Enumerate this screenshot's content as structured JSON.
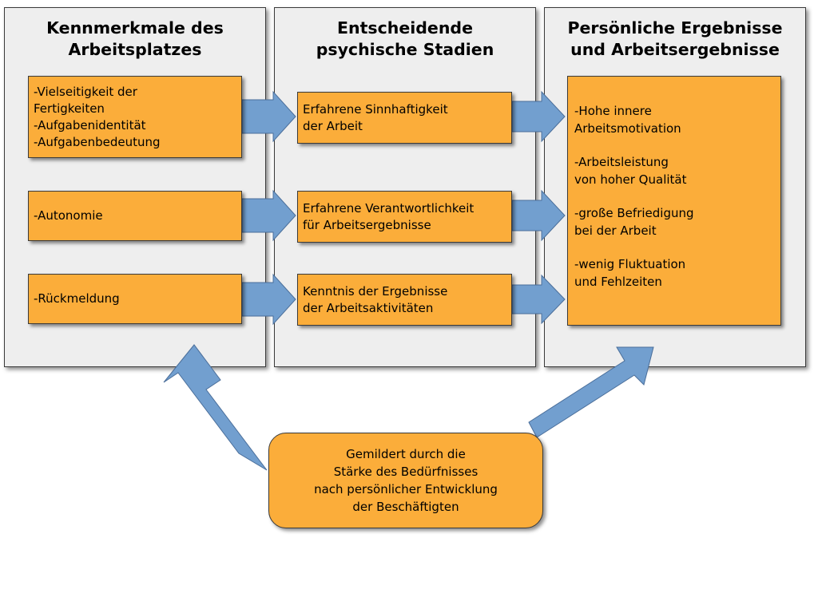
{
  "columns": [
    {
      "title": "Kennmerkmale des\nArbeitsplatzes"
    },
    {
      "title": "Entscheidende\npsychische Stadien"
    },
    {
      "title": "Persönliche Ergebnisse\nund Arbeitsergebnisse"
    }
  ],
  "job_characteristics": [
    "-Vielseitigkeit der\n Fertigkeiten\n-Aufgabenidentität\n-Aufgabenbedeutung",
    "-Autonomie",
    "-Rückmeldung"
  ],
  "psychological_states": [
    "Erfahrene Sinnhaftigkeit\nder Arbeit",
    "Erfahrene Verantwortlichkeit\nfür Arbeitsergebnisse",
    "Kenntnis der Ergebnisse\nder Arbeitsaktivitäten"
  ],
  "outcomes": [
    "-Hohe innere\n Arbeitsmotivation",
    "-Arbeitsleistung\n von hoher Qualität",
    "-große Befriedigung\n bei der Arbeit",
    "-wenig Fluktuation\n und Fehlzeiten"
  ],
  "moderator": "Gemildert durch die\nStärke des Bedürfnisses\nnach persönlicher Entwicklung\nder Beschäftigten",
  "colors": {
    "box_fill": "#fbad3a",
    "arrow_fill": "#729fcf",
    "column_fill": "#eeeeee",
    "border": "#3a3a3a"
  }
}
